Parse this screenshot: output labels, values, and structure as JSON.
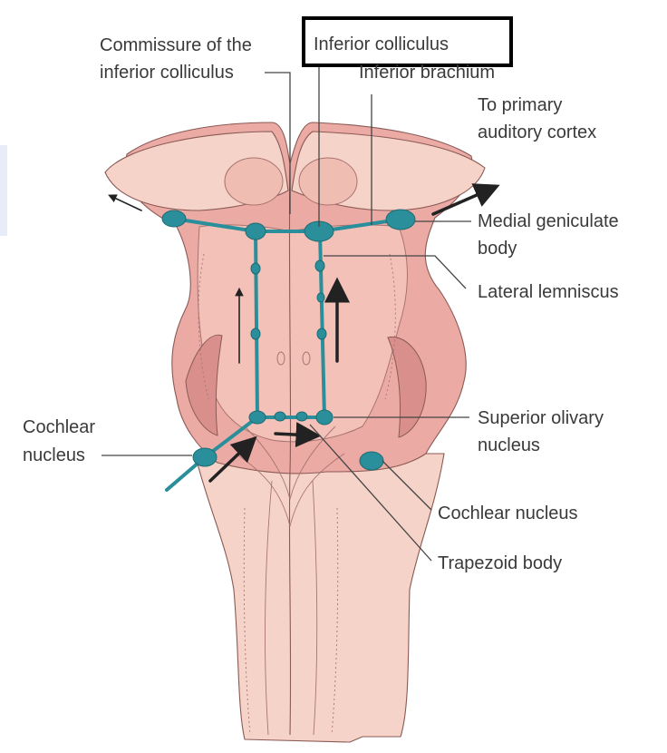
{
  "labels": {
    "commissure_line1": "Commissure of the",
    "commissure_line2": "inferior colliculus",
    "inferior_colliculus": "Inferior colliculus",
    "inferior_brachium": "Inferior brachium",
    "to_cortex_line1": "To primary",
    "to_cortex_line2": "auditory cortex",
    "medial_geniculate_line1": "Medial geniculate",
    "medial_geniculate_line2": "body",
    "lateral_lemniscus": "Lateral lemniscus",
    "superior_olivary_line1": "Superior olivary",
    "superior_olivary_line2": "nucleus",
    "cochlear_left_line1": "Cochlear",
    "cochlear_left_line2": "nucleus",
    "cochlear_right": "Cochlear nucleus",
    "trapezoid_body": "Trapezoid body"
  },
  "highlighted_label": "inferior_colliculus",
  "colors": {
    "tissue_light": "#f6d3c8",
    "tissue_mid": "#ecaaa5",
    "tissue_dark": "#d98f8b",
    "pathway": "#2a8f9a",
    "arrow": "#222222",
    "highlight_box": "#000000"
  }
}
